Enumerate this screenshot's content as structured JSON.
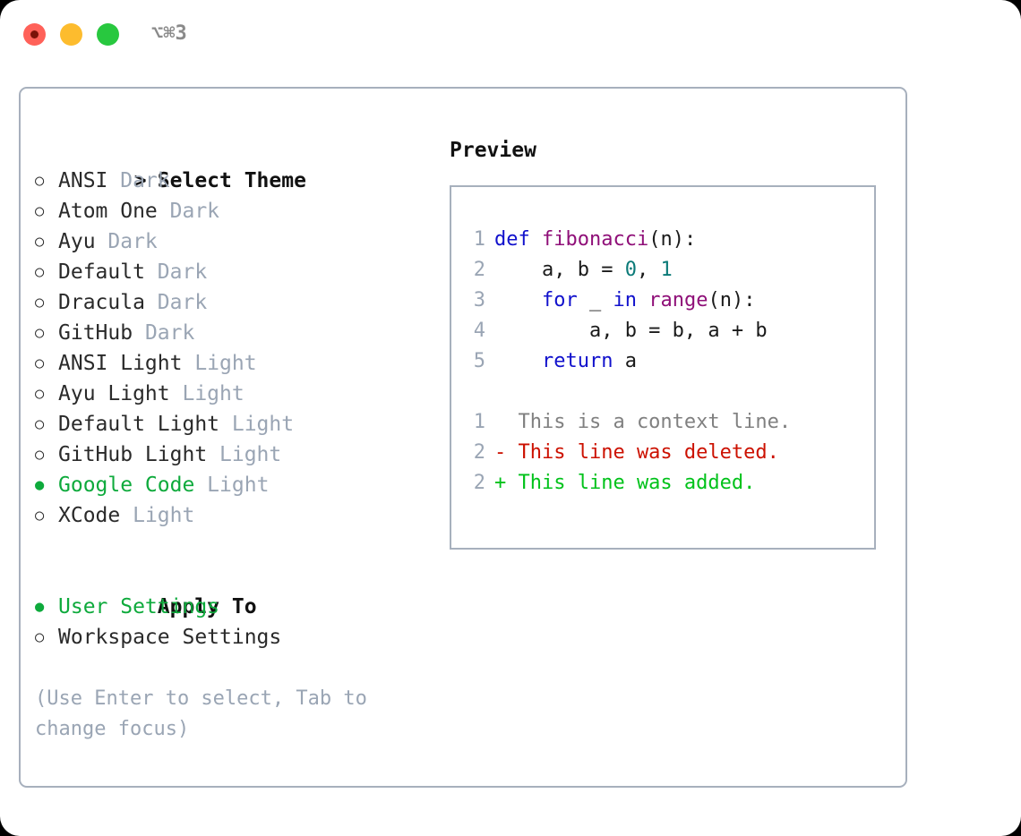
{
  "window": {
    "shortcut_label": "⌥⌘3",
    "traffic_lights": [
      {
        "name": "close",
        "color": "#ff6159"
      },
      {
        "name": "minimize",
        "color": "#fdbc2e"
      },
      {
        "name": "maximize",
        "color": "#28c83f"
      }
    ]
  },
  "theme_selector": {
    "header": {
      "caret": ">",
      "label": "Select Theme"
    },
    "items": [
      {
        "marker": "○",
        "selected": false,
        "name": "ANSI",
        "badge": "Dark"
      },
      {
        "marker": "○",
        "selected": false,
        "name": "Atom One",
        "badge": "Dark"
      },
      {
        "marker": "○",
        "selected": false,
        "name": "Ayu",
        "badge": "Dark"
      },
      {
        "marker": "○",
        "selected": false,
        "name": "Default",
        "badge": "Dark"
      },
      {
        "marker": "○",
        "selected": false,
        "name": "Dracula",
        "badge": "Dark"
      },
      {
        "marker": "○",
        "selected": false,
        "name": "GitHub",
        "badge": "Dark"
      },
      {
        "marker": "○",
        "selected": false,
        "name": "ANSI Light",
        "badge": "Light"
      },
      {
        "marker": "○",
        "selected": false,
        "name": "Ayu Light",
        "badge": "Light"
      },
      {
        "marker": "○",
        "selected": false,
        "name": "Default Light",
        "badge": "Light"
      },
      {
        "marker": "○",
        "selected": false,
        "name": "GitHub Light",
        "badge": "Light"
      },
      {
        "marker": "●",
        "selected": true,
        "name": "Google Code",
        "badge": "Light"
      },
      {
        "marker": "○",
        "selected": false,
        "name": "XCode",
        "badge": "Light"
      }
    ]
  },
  "apply_to": {
    "header": "Apply To",
    "items": [
      {
        "marker": "●",
        "selected": true,
        "name": "User Settings"
      },
      {
        "marker": "○",
        "selected": false,
        "name": "Workspace Settings"
      }
    ]
  },
  "hint": "(Use Enter to select, Tab to change focus)",
  "preview": {
    "title": "Preview",
    "code_lines": [
      {
        "num": "1",
        "tokens": [
          {
            "t": "def ",
            "c": "kw"
          },
          {
            "t": "fibonacci",
            "c": "fn"
          },
          {
            "t": "(n):",
            "c": "plain"
          }
        ]
      },
      {
        "num": "2",
        "tokens": [
          {
            "t": "    a, b = ",
            "c": "plain"
          },
          {
            "t": "0",
            "c": "num"
          },
          {
            "t": ", ",
            "c": "plain"
          },
          {
            "t": "1",
            "c": "num"
          }
        ]
      },
      {
        "num": "3",
        "tokens": [
          {
            "t": "    ",
            "c": "plain"
          },
          {
            "t": "for",
            "c": "kw"
          },
          {
            "t": " _ ",
            "c": "plain"
          },
          {
            "t": "in",
            "c": "kw"
          },
          {
            "t": " ",
            "c": "plain"
          },
          {
            "t": "range",
            "c": "fn"
          },
          {
            "t": "(n):",
            "c": "plain"
          }
        ]
      },
      {
        "num": "4",
        "tokens": [
          {
            "t": "        a, b = b, a + b",
            "c": "plain"
          }
        ]
      },
      {
        "num": "5",
        "tokens": [
          {
            "t": "    ",
            "c": "plain"
          },
          {
            "t": "return",
            "c": "kw"
          },
          {
            "t": " a",
            "c": "plain"
          }
        ]
      }
    ],
    "diff_lines": [
      {
        "num": "1",
        "text": "  This is a context line.",
        "kind": "ctx"
      },
      {
        "num": "2",
        "text": "- This line was deleted.",
        "kind": "del"
      },
      {
        "num": "2",
        "text": "+ This line was added.",
        "kind": "add"
      }
    ]
  },
  "colors": {
    "accent_green": "#0eaa3c",
    "badge_gray": "#9aa5b4",
    "border": "#a7b0bd",
    "keyword_blue": "#1111cc",
    "function_purple": "#8f0f78",
    "number_teal": "#0b7a78",
    "diff_add": "#00c21a",
    "diff_del": "#cc1100",
    "diff_ctx": "#808080"
  }
}
